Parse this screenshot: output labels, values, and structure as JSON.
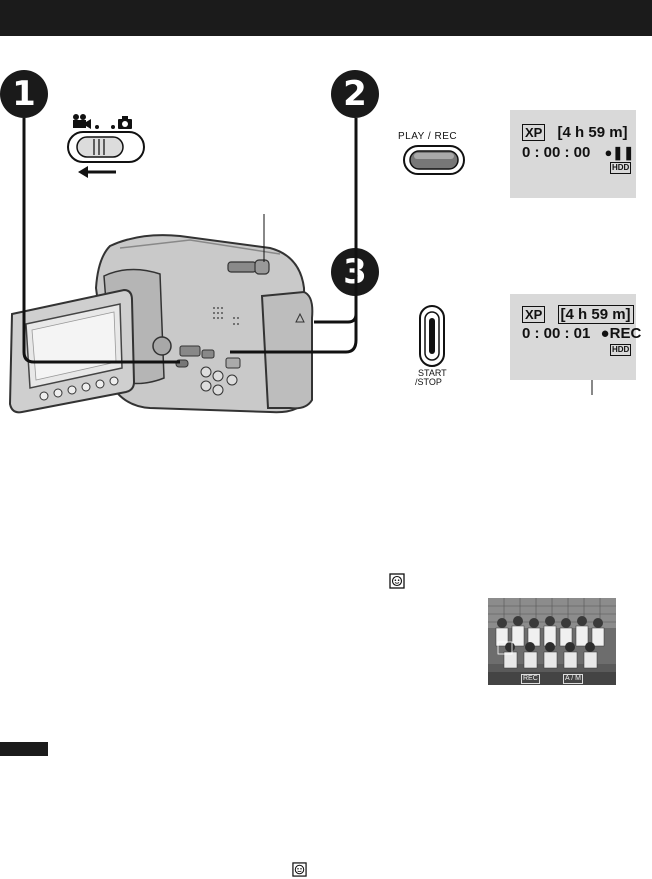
{
  "steps": {
    "step1": "1",
    "step2": "2",
    "step3": "3"
  },
  "play_rec_button": {
    "label": "PLAY / REC"
  },
  "start_stop_button": {
    "label_line1": "START",
    "label_line2": "/STOP"
  },
  "lcd_standby": {
    "mode": "XP",
    "remaining": "[4 h 59 m]",
    "timecode": "0 : 00 : 00",
    "status": "●❚❚",
    "media": "HDD"
  },
  "lcd_recording": {
    "mode": "XP",
    "remaining": "[4 h 59 m]",
    "timecode": "0 : 00 : 01",
    "status": "●REC",
    "media": "HDD"
  },
  "photo_overlay": {
    "left": "REC",
    "right": "A / M"
  },
  "colors": {
    "header": "#1b1b1b",
    "lcd_bg": "#d9d9d9",
    "badge": "#1a1a1a"
  }
}
